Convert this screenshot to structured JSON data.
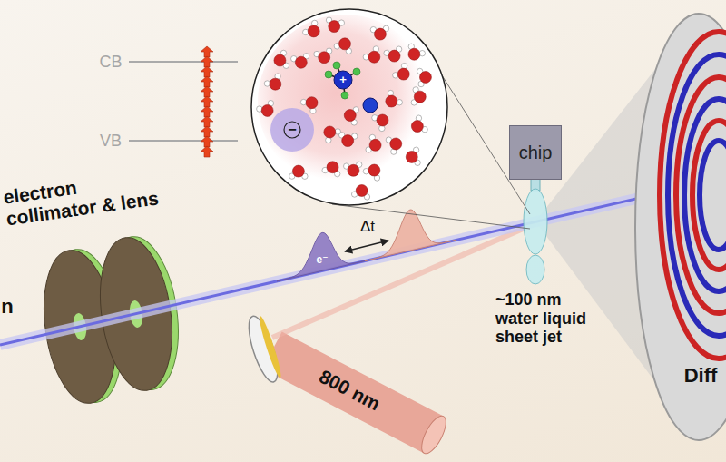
{
  "diagram": {
    "nodes": [
      {
        "text": [
          "chip"
        ]
      }
    ],
    "labels": [
      "CB",
      "VB",
      "+",
      "−",
      "electron collimator & lens",
      "n",
      "e⁻",
      "Δt",
      "800 nm",
      "~100 nm water liquid sheet jet",
      "Diff"
    ]
  }
}
